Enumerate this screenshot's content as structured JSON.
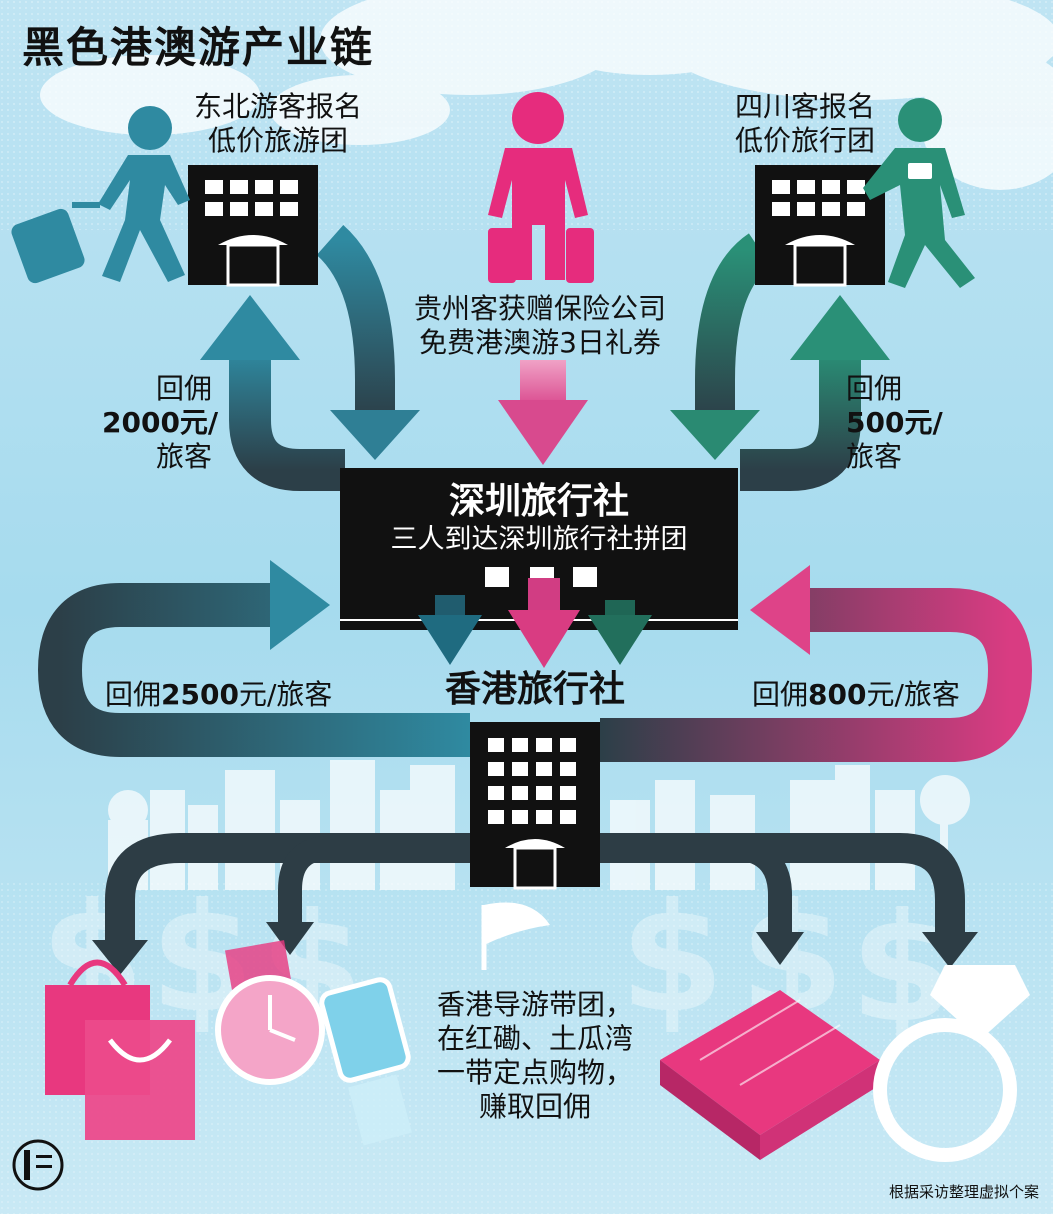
{
  "title": "黑色港澳游产业链",
  "travelers": [
    {
      "label_line1": "东北游客报名",
      "label_line2": "低价旅游团",
      "color": "#2f8aa1"
    },
    {
      "label_line1": "贵州客获赠保险公司",
      "label_line2": "免费港澳游3日礼券",
      "color": "#e62c7d"
    },
    {
      "label_line1": "四川客报名",
      "label_line2": "低价旅行团",
      "color": "#2a9077"
    }
  ],
  "commissions_to_shenzhen": [
    {
      "line1": "回佣",
      "amount": "2000元/",
      "line3": "旅客"
    },
    {
      "line1": "回佣",
      "amount": "500元/",
      "line3": "旅客"
    }
  ],
  "shenzhen_agency": {
    "name": "深圳旅行社",
    "subtitle": "三人到达深圳旅行社拼团"
  },
  "hongkong_agency": {
    "name": "香港旅行社"
  },
  "commissions_to_hongkong": [
    {
      "prefix": "回佣",
      "amount": "2500",
      "suffix": "元/旅客"
    },
    {
      "prefix": "回佣",
      "amount": "800",
      "suffix": "元/旅客"
    }
  ],
  "shopping_note": [
    "香港导游带团，",
    "在红磡、土瓜湾",
    "一带定点购物，",
    "赚取回佣"
  ],
  "source_note": "根据采访整理虚拟个案",
  "colors": {
    "sky": "#a9dcee",
    "blue": "#2f8aa1",
    "pink": "#e62c7d",
    "green": "#2a9077",
    "dark": "#1a1a1a",
    "slate": "#2d3d45"
  }
}
